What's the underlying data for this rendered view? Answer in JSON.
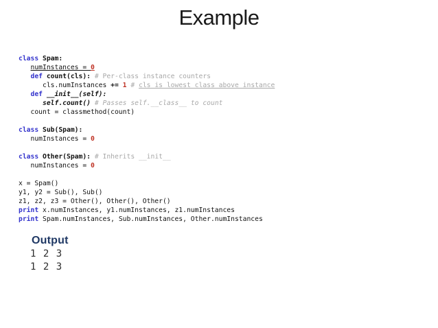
{
  "slide": {
    "title": "Example"
  },
  "colors": {
    "background": "#ffffff",
    "title_text": "#1a1a1a",
    "code_text": "#111111",
    "keyword": "#3333cc",
    "number": "#bf3426",
    "comment": "#a8a8a8",
    "output_heading": "#1f3864",
    "output_text": "#2d2d2d"
  },
  "code": {
    "style_legend": {
      "k": "keyword-blue-bold",
      "b": "bold-black",
      "p": "plain",
      "n": "number-red-bold",
      "c": "comment-gray",
      "cu": "comment-gray-underlined",
      "bi": "bold-italic",
      "ci": "comment-gray-italic",
      "pu": "plain-underlined",
      "nu": "number-red-bold-underlined"
    },
    "lines": [
      [
        {
          "t": "class ",
          "s": "k"
        },
        {
          "t": "Spam:",
          "s": "b"
        }
      ],
      [
        {
          "t": "   ",
          "s": "p"
        },
        {
          "t": "numInstances = ",
          "s": "pu"
        },
        {
          "t": "0",
          "s": "nu"
        }
      ],
      [
        {
          "t": "   ",
          "s": "p"
        },
        {
          "t": "def ",
          "s": "k"
        },
        {
          "t": "count(cls):",
          "s": "b"
        },
        {
          "t": " ",
          "s": "p"
        },
        {
          "t": "# Per-class instance counters",
          "s": "c"
        }
      ],
      [
        {
          "t": "      cls.numInstances ",
          "s": "p"
        },
        {
          "t": "+= ",
          "s": "b"
        },
        {
          "t": "1",
          "s": "n"
        },
        {
          "t": " ",
          "s": "p"
        },
        {
          "t": "# ",
          "s": "c"
        },
        {
          "t": "cls is lowest class above instance",
          "s": "cu"
        }
      ],
      [
        {
          "t": "   ",
          "s": "p"
        },
        {
          "t": "def ",
          "s": "k"
        },
        {
          "t": "__init__(self):",
          "s": "bi"
        }
      ],
      [
        {
          "t": "      ",
          "s": "p"
        },
        {
          "t": "self.count()",
          "s": "bi"
        },
        {
          "t": " ",
          "s": "p"
        },
        {
          "t": "# Passes self.__class__ to count",
          "s": "ci"
        }
      ],
      [
        {
          "t": "   count = classmethod(count)",
          "s": "p"
        }
      ],
      [],
      [
        {
          "t": "class ",
          "s": "k"
        },
        {
          "t": "Sub(Spam):",
          "s": "b"
        }
      ],
      [
        {
          "t": "   numInstances = ",
          "s": "p"
        },
        {
          "t": "0",
          "s": "n"
        }
      ],
      [],
      [
        {
          "t": "class ",
          "s": "k"
        },
        {
          "t": "Other(Spam):",
          "s": "b"
        },
        {
          "t": " ",
          "s": "p"
        },
        {
          "t": "# Inherits __init__",
          "s": "c"
        }
      ],
      [
        {
          "t": "   numInstances = ",
          "s": "p"
        },
        {
          "t": "0",
          "s": "n"
        }
      ],
      [],
      [
        {
          "t": "x = Spam()",
          "s": "p"
        }
      ],
      [
        {
          "t": "y1, y2 = Sub(), Sub()",
          "s": "p"
        }
      ],
      [
        {
          "t": "z1, z2, z3 = Other(), Other(), Other()",
          "s": "p"
        }
      ],
      [
        {
          "t": "print ",
          "s": "k"
        },
        {
          "t": "x.numInstances, y1.numInstances, z1.numInstances",
          "s": "p"
        }
      ],
      [
        {
          "t": "print ",
          "s": "k"
        },
        {
          "t": "Spam.numInstances, Sub.numInstances, Other.numInstances",
          "s": "p"
        }
      ]
    ]
  },
  "output": {
    "heading": "Output",
    "lines": [
      "1 2 3",
      "1 2 3"
    ]
  }
}
